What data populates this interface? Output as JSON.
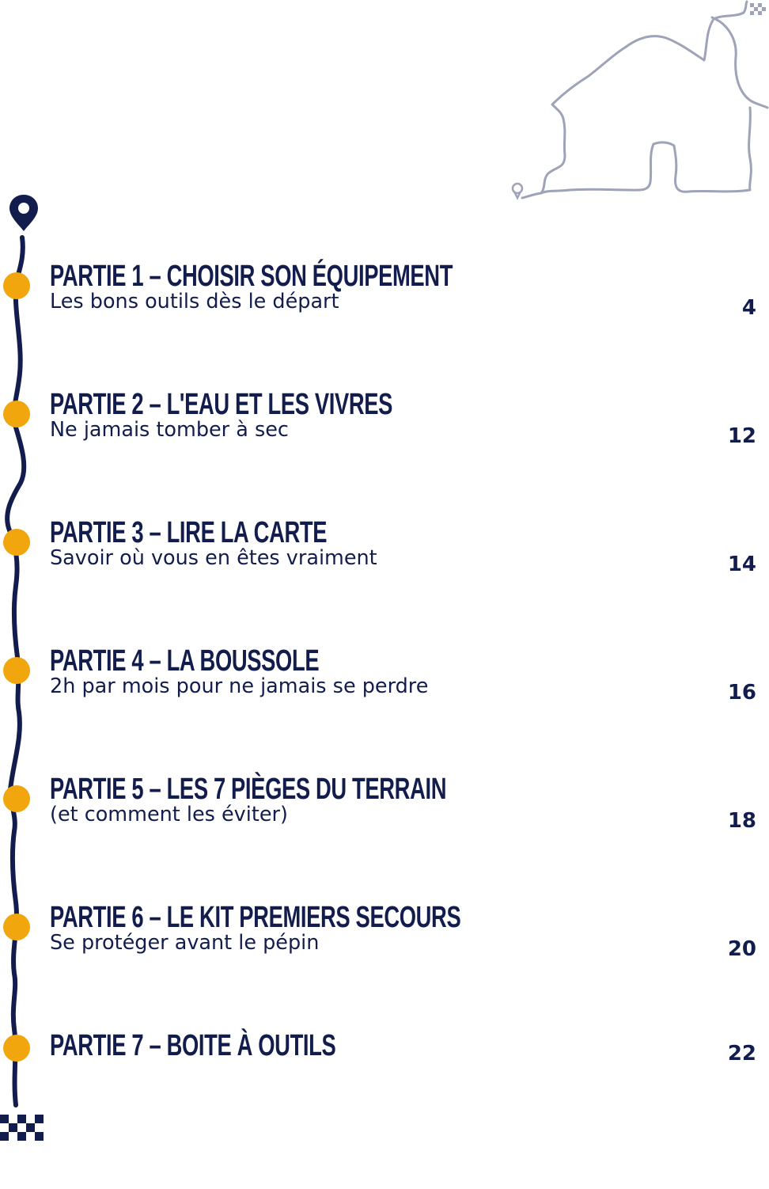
{
  "colors": {
    "navy": "#131d4d",
    "accent": "#f2a60d",
    "route_gray": "#9ea3b8"
  },
  "icons": {
    "start": "map-pin-icon",
    "finish": "checkered-flag-icon",
    "stop": "route-stop-icon",
    "decor": "house-route-icon"
  },
  "toc": [
    {
      "title": "PARTIE 1 – CHOISIR SON ÉQUIPEMENT",
      "subtitle": "Les bons outils dès le départ",
      "page": "4"
    },
    {
      "title": "PARTIE 2 – L'EAU ET LES VIVRES",
      "subtitle": "Ne jamais tomber à sec",
      "page": "12"
    },
    {
      "title": "PARTIE 3 – LIRE LA CARTE",
      "subtitle": "Savoir où vous en êtes vraiment",
      "page": "14"
    },
    {
      "title": "PARTIE 4  – LA BOUSSOLE",
      "subtitle": "2h par mois pour ne jamais se perdre",
      "page": "16"
    },
    {
      "title": "PARTIE 5 – LES 7 PIÈGES DU TERRAIN",
      "subtitle": "(et comment les éviter)",
      "page": "18"
    },
    {
      "title": "PARTIE 6 – LE KIT PREMIERS SECOURS",
      "subtitle": "Se protéger avant le pépin",
      "page": "20"
    },
    {
      "title": "PARTIE 7 – BOITE À OUTILS",
      "subtitle": "",
      "page": "22"
    }
  ]
}
